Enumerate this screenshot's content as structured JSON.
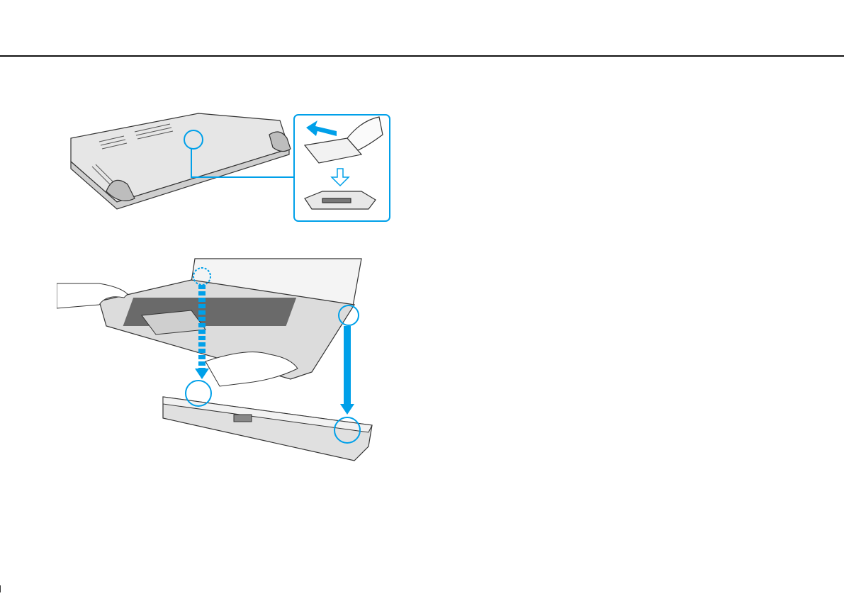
{
  "page": {
    "accent_color": "#00a0e9",
    "illustrations": [
      {
        "id": "bottom-view",
        "subject": "laptop-underside-with-dock-connector-cover"
      },
      {
        "id": "docking",
        "subject": "laptop-placed-onto-docking-station"
      }
    ]
  }
}
